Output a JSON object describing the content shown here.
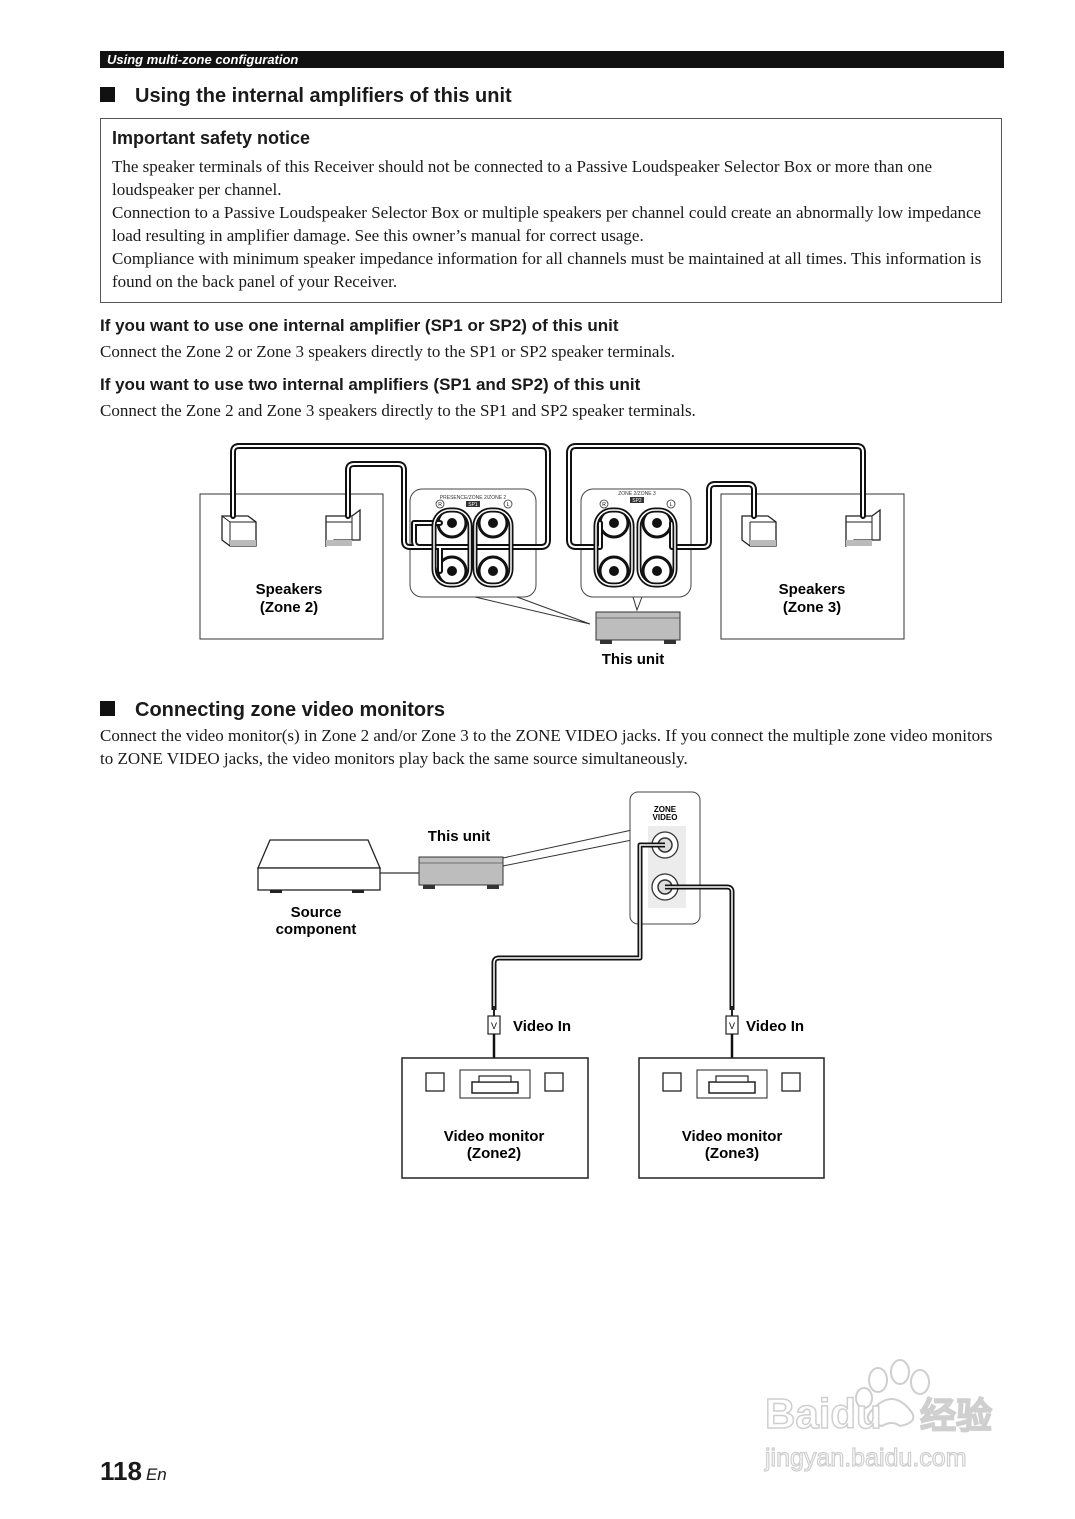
{
  "header": {
    "section_label": "Using multi-zone configuration"
  },
  "section1": {
    "title": "Using the internal amplifiers of this unit",
    "notice": {
      "title": "Important safety notice",
      "paragraphs": [
        "The speaker terminals of this Receiver should not be connected to a Passive Loudspeaker Selector Box or more than one loudspeaker per channel.",
        "Connection to a Passive Loudspeaker Selector Box or multiple speakers per channel could create an abnormally low impedance load resulting in amplifier damage. See this owner’s manual for correct usage.",
        "Compliance with minimum speaker impedance information for all channels must be maintained at all times. This information is found on the back panel of your Receiver."
      ]
    },
    "sub1": {
      "heading": "If you want to use one internal amplifier (SP1 or SP2) of this unit",
      "text": "Connect the Zone 2 or Zone 3 speakers directly to the SP1 or SP2 speaker terminals."
    },
    "sub2": {
      "heading": "If you want to use two internal amplifiers (SP1 and SP2) of this unit",
      "text": "Connect the Zone 2 and Zone 3 speakers directly to the SP1 and SP2 speaker terminals."
    },
    "diagram": {
      "speakers_zone2": [
        "Speakers",
        "(Zone 2)"
      ],
      "speakers_zone3": [
        "Speakers",
        "(Zone 3)"
      ],
      "unit_label": "This unit",
      "panel_left_label": "PRESENCE/ZONE 2/ZONE 2",
      "panel_left_sp": "SP1",
      "panel_right_label": "ZONE 2/ZONE 3",
      "panel_right_sp": "SP2",
      "ch_r": "R",
      "ch_l": "L"
    }
  },
  "section2": {
    "title": "Connecting zone video monitors",
    "text": "Connect the video monitor(s) in Zone 2 and/or Zone 3 to the ZONE VIDEO jacks. If you connect the multiple zone video monitors to ZONE VIDEO jacks, the video monitors play back the same source simultaneously.",
    "diagram": {
      "unit_label": "This unit",
      "source_label": [
        "Source",
        "component"
      ],
      "zone_video_label": [
        "ZONE",
        "VIDEO"
      ],
      "video_in": "Video In",
      "plug_letter": "V",
      "monitor_zone2": [
        "Video monitor",
        "(Zone2)"
      ],
      "monitor_zone3": [
        "Video monitor",
        "(Zone3)"
      ]
    }
  },
  "footer": {
    "page_number": "118",
    "lang": "En"
  },
  "watermark": {
    "brand": "Baidu",
    "brand_cn": "经验",
    "url": "jingyan.baidu.com"
  }
}
